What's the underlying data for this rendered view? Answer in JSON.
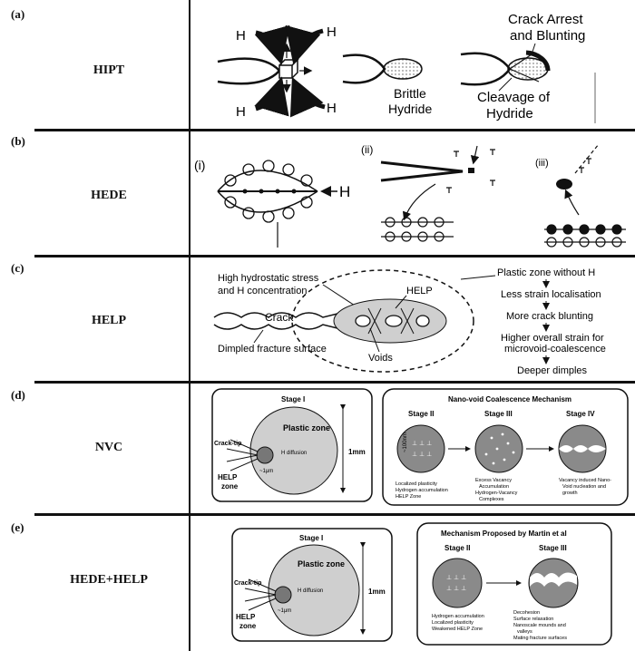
{
  "rows": [
    {
      "letter": "(a)",
      "name": "HIPT"
    },
    {
      "letter": "(b)",
      "name": "HEDE"
    },
    {
      "letter": "(c)",
      "name": "HELP"
    },
    {
      "letter": "(d)",
      "name": "NVC"
    },
    {
      "letter": "(e)",
      "name": "HEDE+HELP"
    }
  ],
  "a": {
    "h": "H",
    "brittle_1": "Brittle",
    "brittle_2": "Hydride",
    "arrest_1": "Crack Arrest",
    "arrest_2": "and Blunting",
    "cleavage_1": "Cleavage of",
    "cleavage_2": "Hydride"
  },
  "b": {
    "i": "(i)",
    "ii": "(ii)",
    "iii": "(iii)",
    "h": "H"
  },
  "c": {
    "hydro_1": "High hydrostatic stress",
    "hydro_2": "and H concentration",
    "crack": "Crack",
    "dimpled": "Dimpled fracture surface",
    "help": "HELP",
    "voids": "Voids",
    "flow": [
      "Plastic zone without H",
      "Less strain localisation",
      "More crack blunting",
      "Higher overall strain for",
      "microvoid-coalescence",
      "Deeper dimples"
    ]
  },
  "d": {
    "stage1": "Stage I",
    "plastic": "Plastic zone",
    "cracktip": "Crack-tip",
    "hdiff": "H diffusion",
    "um": "~1μm",
    "mm": "1mm",
    "help_1": "HELP",
    "help_2": "zone",
    "nvc_title": "Nano-void Coalescence Mechanism",
    "s2": "Stage II",
    "s3": "Stage III",
    "s4": "Stage IV",
    "nm": "~100nm",
    "b2": [
      "Localized plasticity",
      "Hydrogen accumulation",
      "HELP Zone"
    ],
    "b3": [
      "Excess Vacancy",
      "Accumulation",
      "Hydrogen-Vacancy",
      "Complexes"
    ],
    "b4": [
      "Vacancy induced Nano-",
      "Void nucleation and",
      "growth"
    ]
  },
  "e": {
    "stage1": "Stage I",
    "plastic": "Plastic zone",
    "cracktip": "Crack-tip",
    "hdiff": "H diffusion",
    "um": "~1μm",
    "mm": "1mm",
    "help_1": "HELP",
    "help_2": "zone",
    "martin_title": "Mechanism Proposed by Martin et al",
    "s2": "Stage II",
    "s3": "Stage III",
    "b2": [
      "Hydrogen accumulation",
      "Localized plasticity",
      "Weakened HELP Zone"
    ],
    "b3": [
      "Decohesion",
      "Surface relaxation",
      "Nanoscale mounds and",
      "valleys",
      "Mating fracture surfaces"
    ]
  }
}
